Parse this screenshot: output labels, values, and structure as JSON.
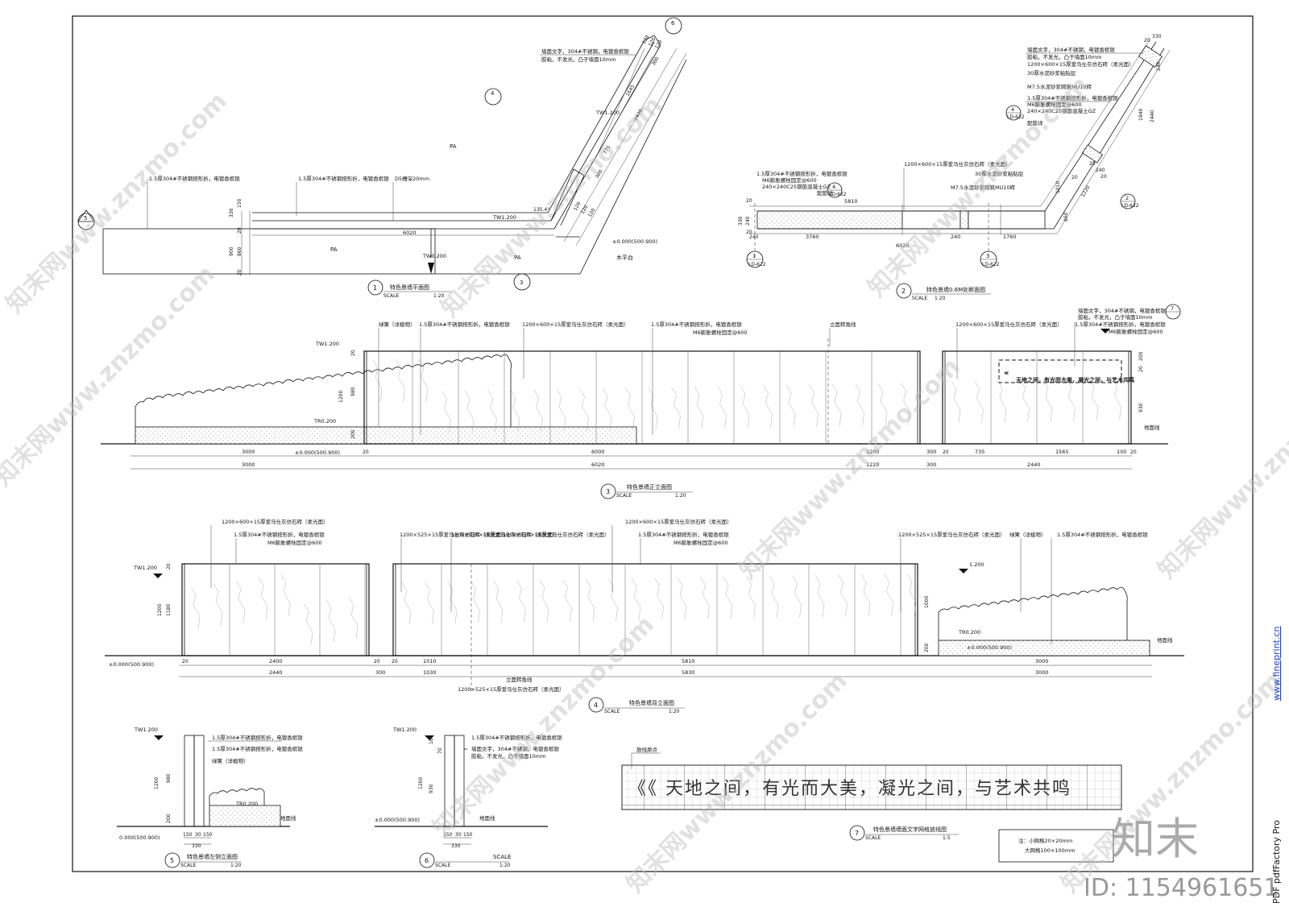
{
  "plan": {
    "notes": [
      "墙面文字，304#不锈钢，电镀香槟银",
      "胶粘，不发光，凸于墙面10mm",
      "1.5厚304#不锈钢按形折，电镀香槟银",
      "1.5厚304#不锈钢按形折，电镀香槟银",
      "D5槽深20mm"
    ],
    "areas": [
      "PA",
      "PA",
      "PA",
      "木平台"
    ],
    "elevs": [
      "TW1.200",
      "TW1.200",
      "TW0.200",
      "±0.000(500.900)"
    ],
    "dims": [
      "6020",
      "330",
      "150",
      "20",
      "900",
      "860",
      "20",
      "120",
      "120",
      "120",
      "300",
      "775",
      "2440",
      "1645",
      "300",
      "120",
      "120",
      "120",
      "135.4°"
    ],
    "markers": [
      "5",
      "4",
      "3",
      "6"
    ],
    "title_num": "1",
    "title": "特色景墙平面图",
    "scale": "SCALE",
    "scale_val": "1:20"
  },
  "section2": {
    "notes": [
      "1.5厚304#不锈钢按形折，电镀香槟银",
      "M6膨胀螺栓固定@600",
      "240×240C25钢筋混凝土GZ",
      "配筋详",
      "1200×600×15厚爱马仕灰仿石砖（柔光面）",
      "30厚水泥砂浆粘贴层",
      "M7.5水泥砂浆砌筑MU10砖",
      "墙面文字，304#不锈钢，电镀香槟银",
      "胶粘，不发光，凸于墙面10mm",
      "1200×600×15厚爱马仕灰仿石砖（柔光面）",
      "30厚水泥砂浆粘贴层",
      "M7.5水泥砂浆砌筑MU10砖",
      "1.5厚304#不锈钢按形折，电镀香槟银",
      "M6膨胀螺栓固定@600",
      "240×240C25钢筋混凝土GZ",
      "配筋详"
    ],
    "dims": [
      "5810",
      "3760",
      "240",
      "1760",
      "6020",
      "20",
      "240",
      "330",
      "240",
      "20",
      "1010",
      "860",
      "1220",
      "20",
      "1940",
      "2440",
      "330",
      "240",
      "20",
      "20",
      "240",
      "20"
    ],
    "markers": [
      "4",
      "LD-622",
      "1",
      "LD-622",
      "3",
      "LD-622",
      "4",
      "LD-622",
      "2",
      "LD-622"
    ],
    "title_num": "2",
    "title": "特色景墙0.6M处断面图",
    "scale": "SCALE",
    "scale_val": "1:20"
  },
  "front3": {
    "notes": [
      "绿篱（详植物）",
      "1.5厚304#不锈钢按形折，电镀香槟银",
      "1200×600×15厚爱马仕灰仿石砖（柔光面）",
      "1.5厚304#不锈钢按形折，电镀香槟银",
      "M6膨胀螺栓固定@600",
      "立面转角线",
      "1200×600×15厚爱马仕灰仿石砖（柔光面）",
      "墙面文字，304#不锈钢，电镀香槟银",
      "胶粘，不发光，凸于墙面10mm",
      "1.5厚304#不锈钢按形折，电镀香槟银",
      "M6膨胀螺栓固定@600",
      "地面线"
    ],
    "elevs": [
      "TW1.200",
      "TR0.200",
      "±0.000(500.900)"
    ],
    "vdims": [
      "20",
      "1200",
      "980",
      "200",
      "200",
      "20",
      "930"
    ],
    "dims1": [
      "3000",
      "20",
      "6000",
      "1200",
      "300",
      "20",
      "735",
      "1565",
      "100",
      "20"
    ],
    "dims2": [
      "3000",
      "6020",
      "1220",
      "300",
      "2440"
    ],
    "wall_text": "天地之间，有光而大美，凝光之间，与艺术共鸣",
    "marker": "7",
    "title_num": "3",
    "title": "特色景墙正立面图",
    "scale": "SCALE",
    "scale_val": "1:20"
  },
  "back4": {
    "notes": [
      "1200×600×15厚爱马仕灰仿石砖（柔光面）",
      "1.5厚304#不锈钢按形折，电镀香槟银",
      "M6膨胀螺栓固定@600",
      "1200×525×15厚爱马仕灰仿石砖（柔光面）",
      "1200×525×15厚爱马仕灰仿石砖（柔光面）",
      "1200×525×15厚爱马仕灰仿石砖（柔光面）",
      "1200×600×15厚爱马仕灰仿石砖（柔光面）",
      "1.5厚304#不锈钢按形折，电镀香槟银",
      "M6膨胀螺栓固定@600",
      "1200×525×15厚爱马仕灰仿石砖（柔光面）",
      "绿篱（详植物）",
      "1.5厚304#不锈钢按形折，电镀香槟银",
      "地面线",
      "立面转角线",
      "1200×525×15厚爱马仕灰仿石砖（柔光面）"
    ],
    "elevs": [
      "TW1.200",
      "±0.000(500.900)",
      "1.200",
      "TR0.200",
      "±0.000(500.900)"
    ],
    "vdims": [
      "20",
      "1200",
      "1180",
      "1000",
      "200"
    ],
    "dims1": [
      "20",
      "2400",
      "20",
      "20",
      "1010",
      "5810",
      "3000"
    ],
    "dims2": [
      "2440",
      "300",
      "1030",
      "5830",
      "3000"
    ],
    "title_num": "4",
    "title": "特色景墙背立面图",
    "scale": "SCALE",
    "scale_val": "1:20"
  },
  "side5": {
    "notes": [
      "1.5厚304#不锈钢按形折，电镀香槟银",
      "1.5厚304#不锈钢按形折，电镀香槟银",
      "绿篱（详植物）",
      "TR0.200",
      "地面线"
    ],
    "elevs": [
      "TW1.200",
      "0.000(500.900)"
    ],
    "vdims": [
      "1200",
      "980",
      "200"
    ],
    "dims": [
      "150",
      "30",
      "150",
      "330"
    ],
    "title_num": "5",
    "title": "特色景墙左侧立面图",
    "scale": "SCALE",
    "scale_val": "1:20"
  },
  "side6": {
    "notes": [
      "1.5厚304#不锈钢按形折，电镀香槟银",
      "墙面文字，304#不锈钢，电镀香槟银",
      "胶粘，不发光，凸于墙面10mm",
      "地面线"
    ],
    "elevs": [
      "TW1.200",
      "±0.000(500.900)"
    ],
    "vdims": [
      "180",
      "70",
      "1200",
      "930"
    ],
    "dims": [
      "150",
      "30",
      "150",
      "330"
    ],
    "title_num": "6",
    "title": "SCALE",
    "scale": "SCALE",
    "scale_val": "1:20"
  },
  "grid7": {
    "origin_label": "放线原点",
    "text": "《《 天地之间，有光而大美，凝光之间，与艺术共鸣",
    "note1": "注：小网格20×20mm",
    "note2": "大网格100×100mm",
    "title_num": "7",
    "title": "特色景墙墙面文字网格放线图",
    "scale": "SCALE",
    "scale_val": "1:5"
  },
  "watermarks": [
    "知末网www.znzmo.com"
  ],
  "brand": "知末",
  "id_text": "ID: 1154961651",
  "side_link": "www.fineprint.cn",
  "side_text": "PDF pdfFactory Pro"
}
